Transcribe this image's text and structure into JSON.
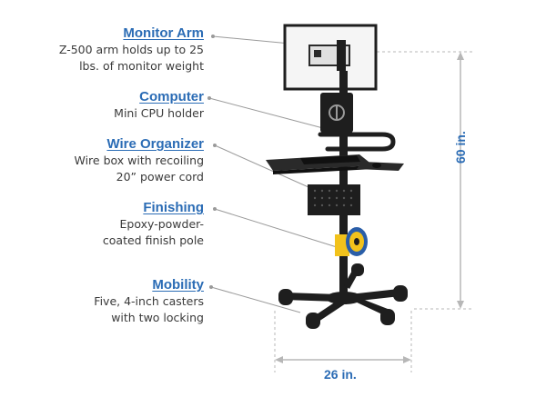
{
  "callouts": [
    {
      "title": "Monitor Arm",
      "lines": [
        "Z-500 arm holds up to 25",
        "lbs. of monitor weight"
      ]
    },
    {
      "title": "Computer",
      "lines": [
        "Mini CPU holder"
      ]
    },
    {
      "title": "Wire Organizer",
      "lines": [
        "Wire box with recoiling",
        "20” power cord"
      ]
    },
    {
      "title": "Finishing",
      "lines": [
        "Epoxy-powder-",
        "coated finish pole"
      ]
    },
    {
      "title": "Mobility",
      "lines": [
        "Five, 4-inch casters",
        "with two locking"
      ]
    }
  ],
  "dimensions": {
    "height": "60 in.",
    "width": "26 in."
  },
  "colors": {
    "accent": "#2b6cb5",
    "text": "#3a3a3a",
    "cart": "#1e1e1e",
    "dim_line": "#b7b7b7",
    "pole_tape": "#f2c21b"
  }
}
